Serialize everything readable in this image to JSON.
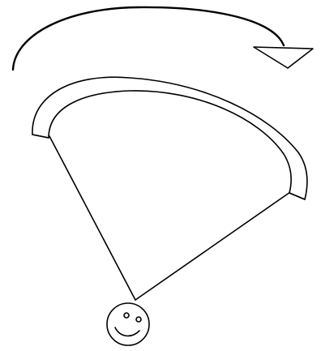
{
  "diagram": {
    "elements": [
      {
        "id": "rotation-arrow",
        "kind": "curved-arrow",
        "direction": "clockwise"
      },
      {
        "id": "arc-band",
        "kind": "arc-band"
      },
      {
        "id": "view-cone",
        "kind": "two-lines-from-viewer"
      },
      {
        "id": "viewer",
        "kind": "smiley-face"
      }
    ],
    "colors": {
      "stroke": "#000000",
      "background": "#ffffff"
    }
  }
}
